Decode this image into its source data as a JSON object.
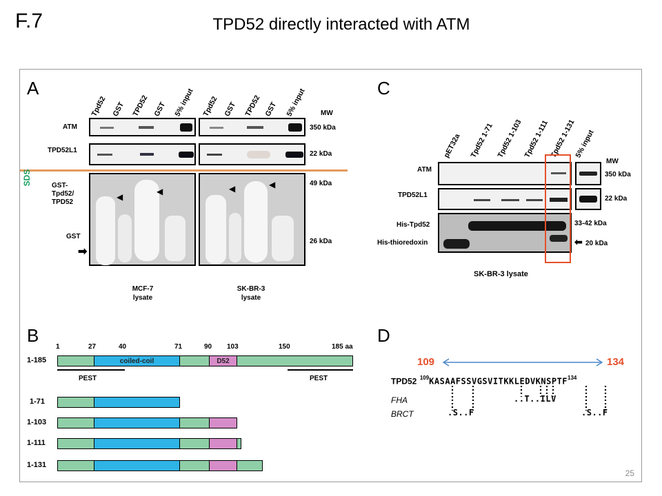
{
  "slide_label": "F.7",
  "title": "TPD52 directly interacted with ATM",
  "page_number": "25",
  "panel_a": {
    "letter": "A",
    "lane_labels": [
      "Tpd52",
      "GST",
      "TPD52",
      "GST",
      "5% input",
      "Tpd52",
      "GST",
      "TPD52",
      "GST",
      "5% input"
    ],
    "mw_header": "MW",
    "row_labels": {
      "atm": "ATM",
      "tpd52l1": "TPD52L1",
      "gst_tpd52": "GST-Tpd52/ TPD52",
      "gst": "GST"
    },
    "mw_labels": [
      "350 kDa",
      "22 kDa",
      "49 kDa",
      "26 kDa"
    ],
    "sds_label": "SDS",
    "lysates": [
      "MCF-7 lysate",
      "SK-BR-3 lysate"
    ]
  },
  "panel_b": {
    "letter": "B",
    "positions": [
      "1",
      "27",
      "40",
      "71",
      "90",
      "103",
      "150",
      "185 aa"
    ],
    "domain_labels": {
      "coiled": "coiled-coil",
      "d52": "D52",
      "pest1": "PEST",
      "pest2": "PEST"
    },
    "constructs": [
      "1-185",
      "1-71",
      "1-103",
      "1-111",
      "1-131"
    ]
  },
  "panel_c": {
    "letter": "C",
    "lane_labels": [
      "pET32a",
      "Tpd52 1-71",
      "Tpd52 1-103",
      "Tpd52 1-111",
      "Tpd52 1-131",
      "5% input"
    ],
    "mw_header": "MW",
    "row_labels": {
      "atm": "ATM",
      "tpd52l1": "TPD52L1",
      "his_tpd52": "His-Tpd52",
      "his_thio": "His-thioredoxin"
    },
    "mw_labels": [
      "350 kDa",
      "22 kDa",
      "33-42 kDa",
      "20 kDa"
    ],
    "lysate": "SK-BR-3 lysate"
  },
  "panel_d": {
    "letter": "D",
    "range_start": "109",
    "range_end": "134",
    "row_tpd52": "TPD52",
    "sup_start": "109",
    "sequence": "KASAAFSSVGSVITKKLEDVKNSPTF",
    "sup_end": "134",
    "row_fha": "FHA",
    "fha_motif": "..T..ILV",
    "row_brct": "BRCT",
    "brct_motif_1": ".S..F",
    "brct_motif_2": ".S..F"
  },
  "colors": {
    "highlight_box": "#e5502b",
    "sds_line": "#e39a5c",
    "sds_text": "#1a9f62",
    "range_numbers": "#e5502b",
    "range_arrow": "#4a86c8"
  }
}
